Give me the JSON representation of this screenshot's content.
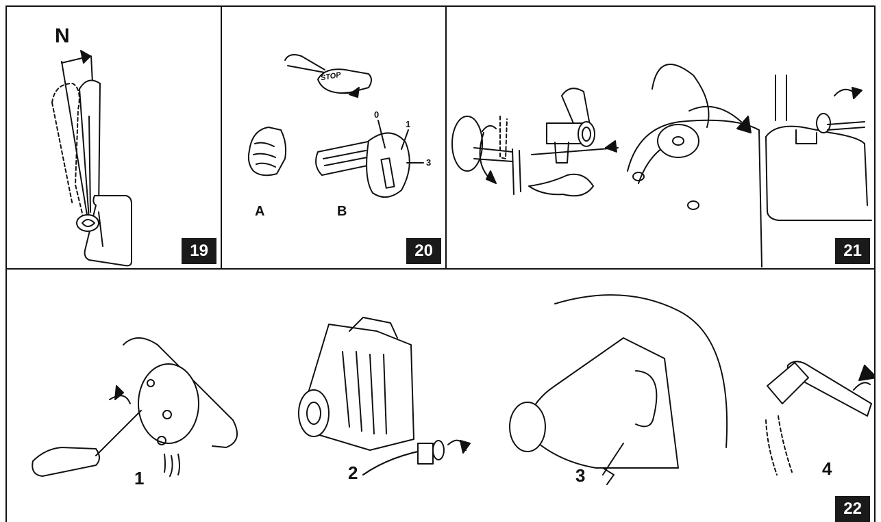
{
  "figures": [
    {
      "number": "19",
      "labels": {
        "neutral": "N"
      }
    },
    {
      "number": "20",
      "labels": {
        "a": "A",
        "b": "B",
        "stop": "STOP",
        "pos0": "0",
        "pos1": "1",
        "pos3": "3"
      }
    },
    {
      "number": "21"
    },
    {
      "number": "22",
      "steps": [
        "1",
        "2",
        "3",
        "4"
      ]
    }
  ],
  "icons": [
    "control-lever-illustration",
    "stop-knob-icon",
    "ignition-key-icon",
    "drain-valve-illustration",
    "screwdriver-icon",
    "wrench-icon",
    "curved-arrow-icon"
  ]
}
